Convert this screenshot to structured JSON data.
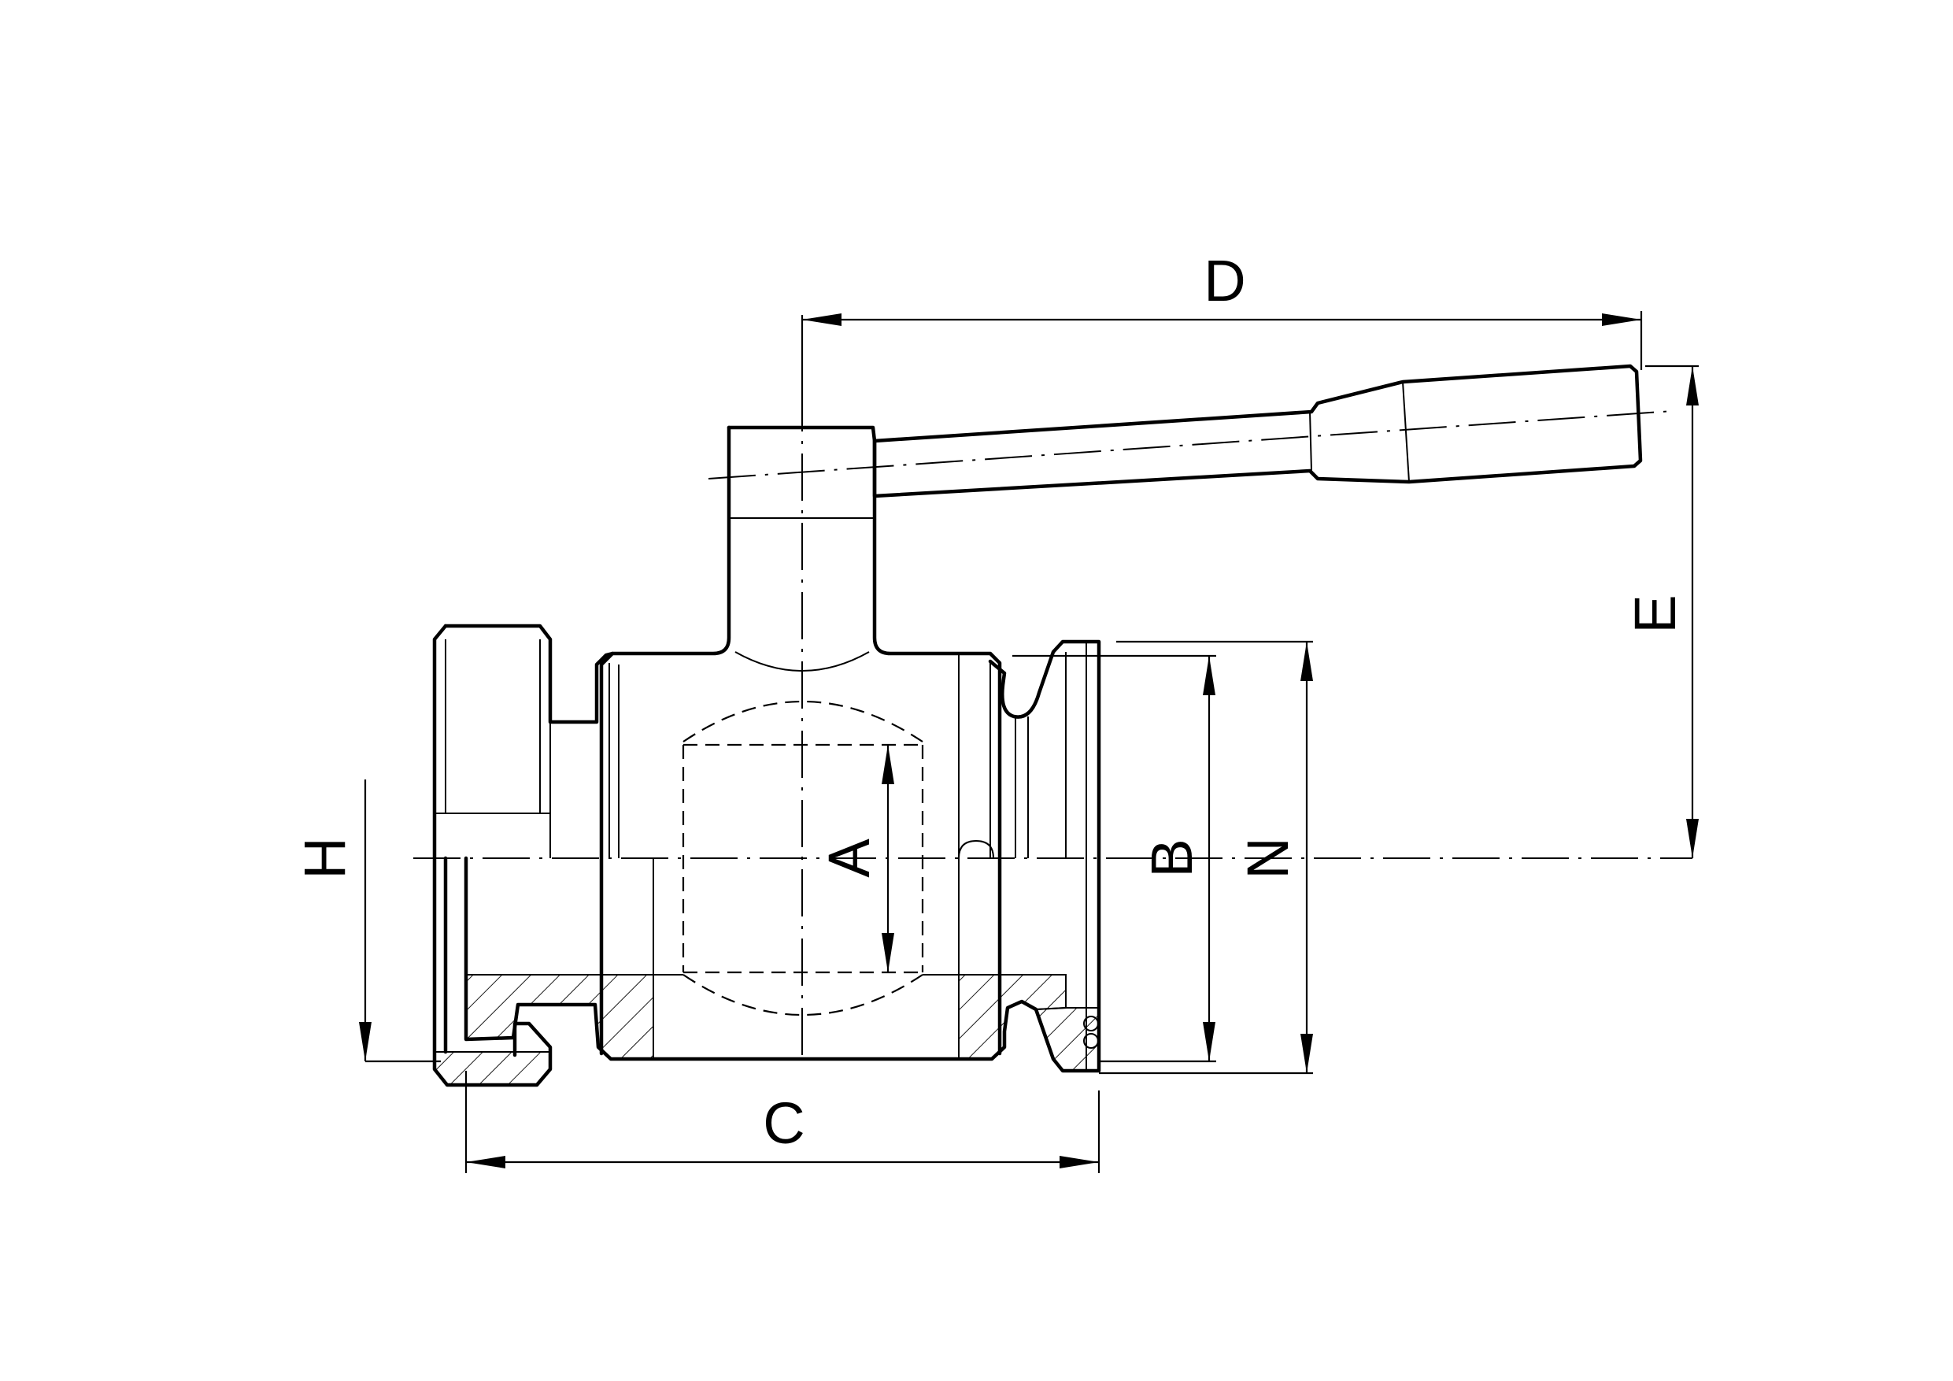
{
  "diagram": {
    "dimension_labels": {
      "A": "A",
      "B": "B",
      "C": "C",
      "D": "D",
      "E": "E",
      "H": "H",
      "N": "N"
    }
  }
}
